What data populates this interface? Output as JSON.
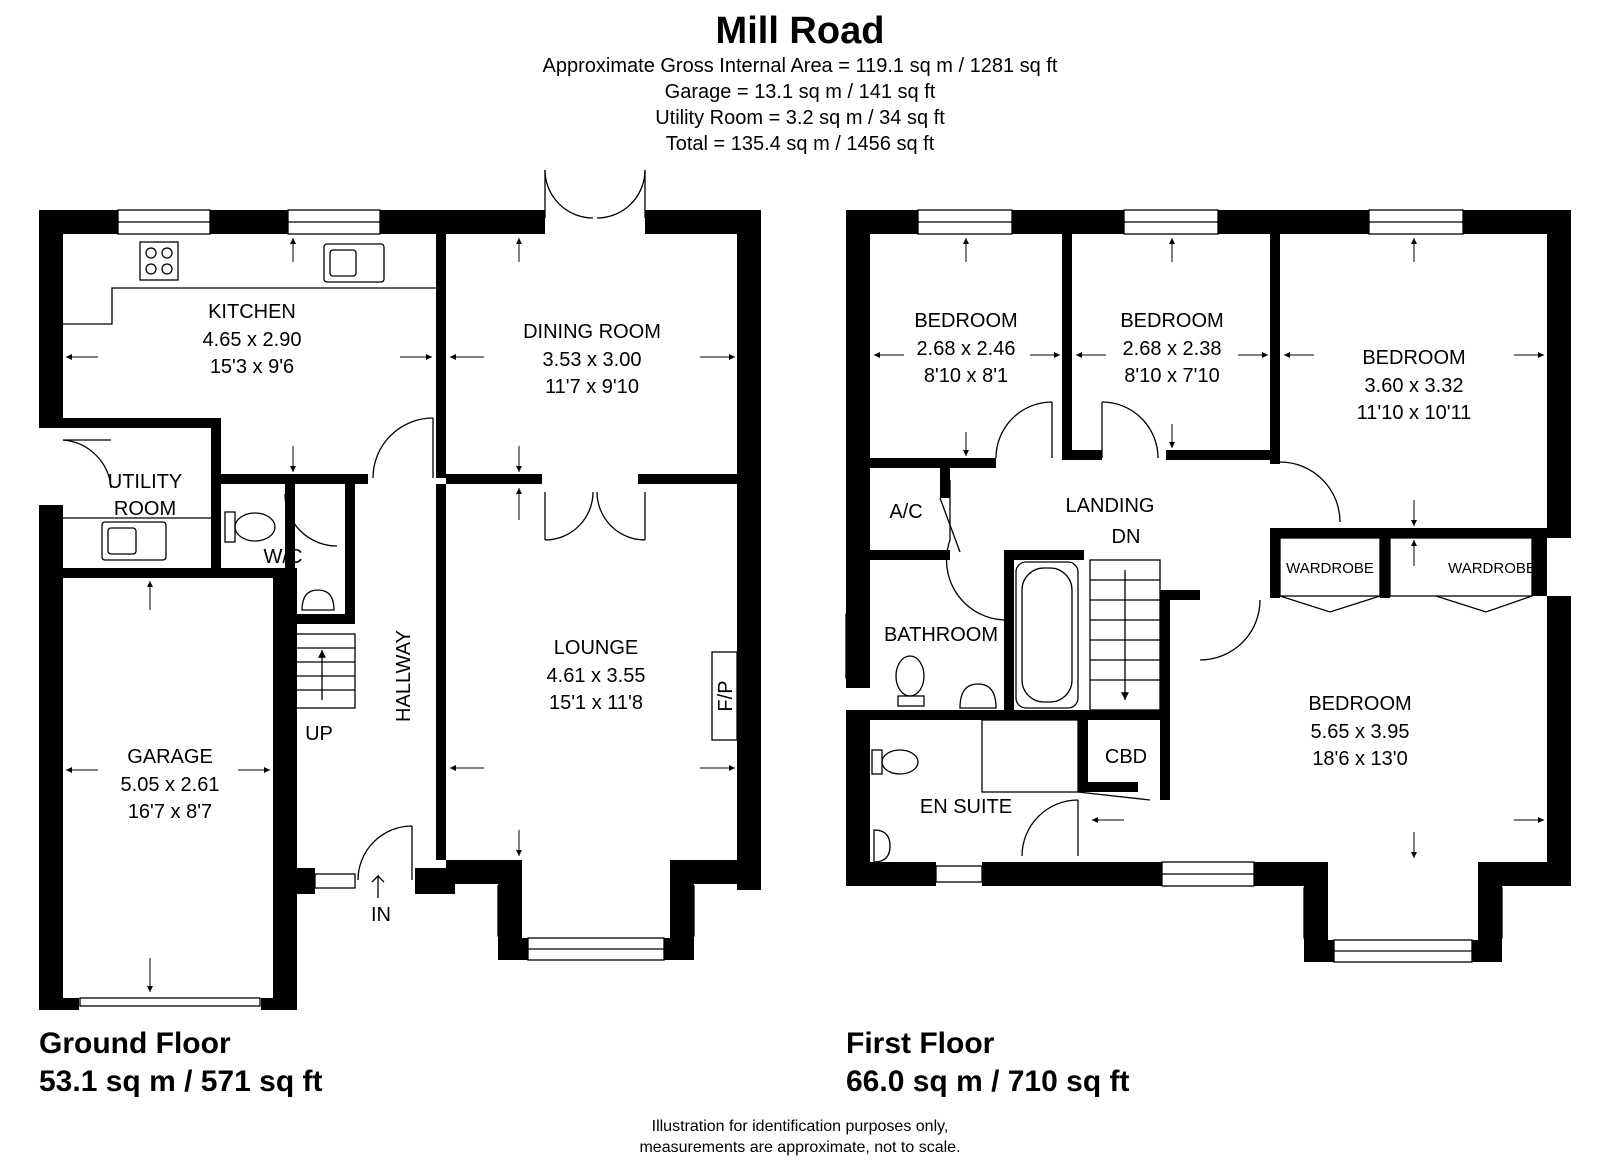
{
  "header": {
    "title": "Mill Road",
    "areas": [
      "Approximate Gross Internal Area =  119.1 sq m / 1281 sq ft",
      "Garage = 13.1 sq m / 141 sq ft",
      "Utility Room = 3.2 sq m / 34 sq ft",
      "Total = 135.4 sq m / 1456 sq ft"
    ]
  },
  "ground_floor": {
    "caption": "Ground Floor",
    "area": "53.1 sq m / 571 sq ft",
    "kitchen": {
      "name": "KITCHEN",
      "metric": "4.65 x 2.90",
      "imperial": "15'3 x 9'6"
    },
    "dining": {
      "name": "DINING ROOM",
      "metric": "3.53 x 3.00",
      "imperial": "11'7 x 9'10"
    },
    "utility": {
      "name1": "UTILITY",
      "name2": "ROOM"
    },
    "wc": "W/C",
    "hallway": "HALLWAY",
    "up": "UP",
    "entrance": "IN",
    "lounge": {
      "name": "LOUNGE",
      "metric": "4.61 x 3.55",
      "imperial": "15'1 x 11'8"
    },
    "fireplace": "F/P",
    "garage": {
      "name": "GARAGE",
      "metric": "5.05 x 2.61",
      "imperial": "16'7 x 8'7"
    }
  },
  "first_floor": {
    "caption": "First Floor",
    "area": "66.0 sq m / 710 sq ft",
    "bed1": {
      "name": "BEDROOM",
      "metric": "2.68 x 2.46",
      "imperial": "8'10 x 8'1"
    },
    "bed2": {
      "name": "BEDROOM",
      "metric": "2.68 x 2.38",
      "imperial": "8'10 x 7'10"
    },
    "bed3": {
      "name": "BEDROOM",
      "metric": "3.60 x 3.32",
      "imperial": "11'10 x 10'11"
    },
    "ac": "A/C",
    "landing": "LANDING",
    "dn": "DN",
    "wardrobe1": "WARDROBE",
    "wardrobe2": "WARDROBE",
    "bathroom": "BATHROOM",
    "cbd": "CBD",
    "ensuite": "EN SUITE",
    "bed4": {
      "name": "BEDROOM",
      "metric": "5.65 x 3.95",
      "imperial": "18'6 x 13'0"
    }
  },
  "disclaimer": [
    "Illustration for identification purposes only,",
    "measurements are approximate, not to scale."
  ]
}
